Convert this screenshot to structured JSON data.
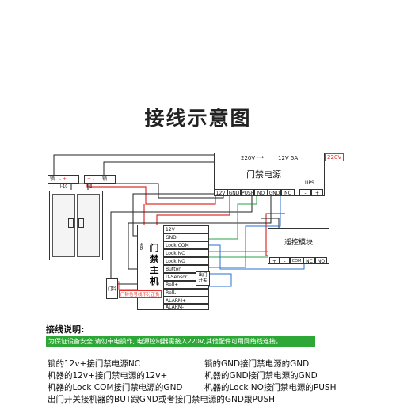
{
  "title": "接线示意图",
  "power_supply": {
    "title": "门禁电源",
    "input_label": "220V",
    "input_tag": "220V",
    "output_label": "12V 5A",
    "ups_label": "UPS",
    "terminals": [
      "12V",
      "GND",
      "PUSH",
      "NO",
      "GND",
      "NC",
      "-",
      "+"
    ]
  },
  "lock_left": {
    "sign": "锁",
    "polarity": "- +"
  },
  "lock_right": {
    "sign": "锁",
    "polarity": "+ -"
  },
  "lock_left_tag": "J-10",
  "lock_right_tag": "J-8",
  "remote": {
    "title": "遥控模块",
    "terminals": [
      "+",
      "-",
      "COM",
      "NC",
      "NO"
    ]
  },
  "controller": {
    "name": "门禁主机",
    "chars": [
      "门",
      "禁",
      "主",
      "机"
    ],
    "side_code": "485",
    "terminals": [
      "12V",
      "GND",
      "Lock COM",
      "Lock NC",
      "Lock NO",
      "Button",
      "D-Sensor",
      "Bell+",
      "Bell-",
      "ALARM+",
      "ALARM-"
    ]
  },
  "exit_button": {
    "label_line1": "出门",
    "label_line2": "开关"
  },
  "bell": {
    "label": "门铃",
    "note": "门铃信号线不分正负"
  },
  "wiring_title": "接线说明:",
  "safety_banner": "为保证设备安全 请勿带电操作, 电源控制器需接入220V,其他配件可用网络线连接。",
  "notes_left": [
    "锁的12v+接门禁电源NC",
    "机器的12v+接门禁电源的12v+",
    "机器的Lock COM接门禁电源的GND",
    "出门开关接机器的BUT跟GND或者接门禁电源的GND跟PUSH"
  ],
  "notes_right": [
    "锁的GND接门禁电源的GND",
    "机器的GND接门禁电源的GND",
    "机器的Lock NO接门禁电源的PUSH"
  ]
}
